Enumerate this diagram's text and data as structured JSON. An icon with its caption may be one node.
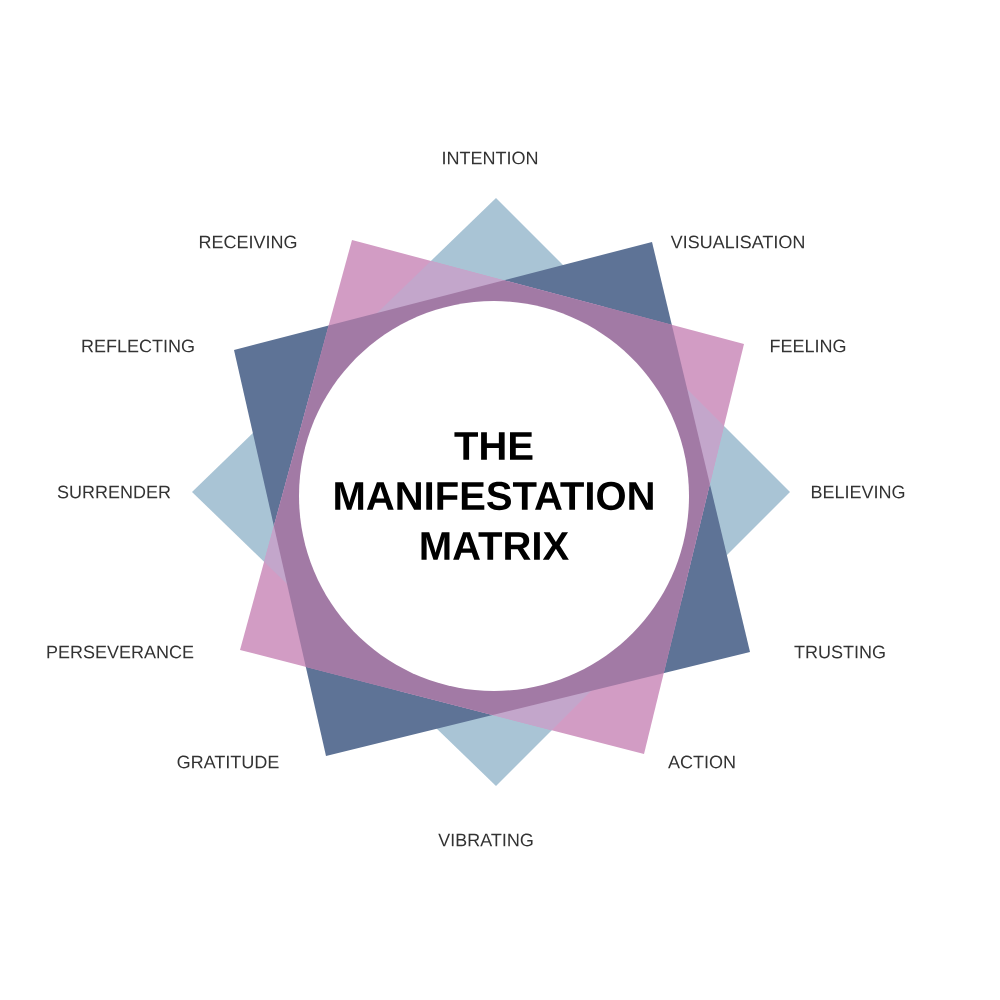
{
  "diagram": {
    "nodes": [
      {
        "text": [
          "THE MANIFESTATION MATRIX"
        ]
      }
    ],
    "labels": [
      "INTENTION",
      "RECEIVING",
      "VISUALISATION",
      "REFLECTING",
      "FEELING",
      "SURRENDER",
      "BELIEVING",
      "PERSEVERANCE",
      "TRUSTING",
      "GRATITUDE",
      "ACTION",
      "VIBRATING"
    ]
  }
}
